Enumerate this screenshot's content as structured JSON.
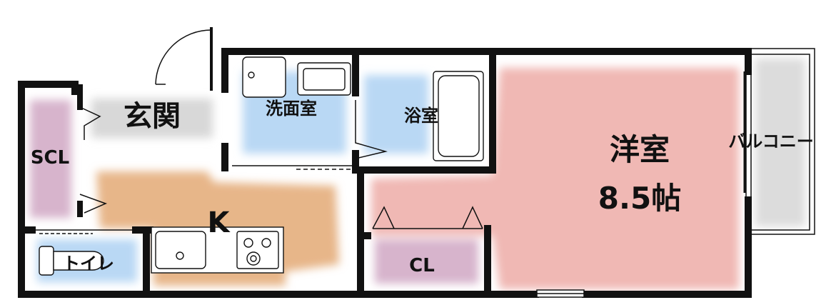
{
  "rooms": {
    "genkan": "玄関",
    "scl": "SCL",
    "senmenshitsu": "洗面室",
    "yokushitsu": "浴室",
    "youshitsu": "洋室",
    "youshitsu_size": "8.5帖",
    "balcony": "バルコニー",
    "kitchen": "K",
    "toilet": "トイレ",
    "cl": "CL"
  },
  "colors": {
    "wall": "#111111",
    "youshitsu": "#f0b8b4",
    "kitchen": "#e7b689",
    "scl": "#d7b4cc",
    "cl": "#d7b4cc",
    "genkan": "#d8d8d8",
    "wet_area": "#b9d8f4",
    "balcony": "#dcdcdc"
  }
}
